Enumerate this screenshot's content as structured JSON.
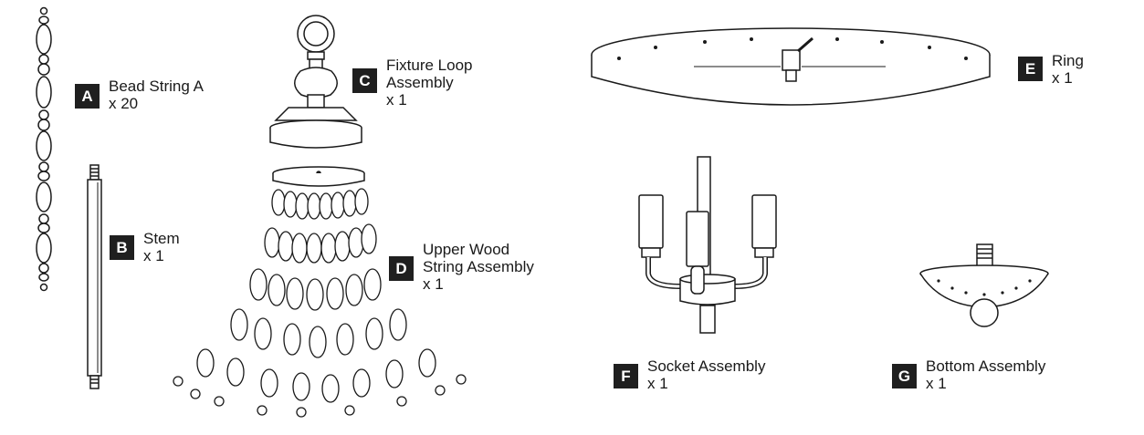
{
  "parts": {
    "a": {
      "letter": "A",
      "name": "Bead String A",
      "qty": "x 20"
    },
    "b": {
      "letter": "B",
      "name": "Stem",
      "qty": "x 1"
    },
    "c": {
      "letter": "C",
      "name_1": "Fixture Loop",
      "name_2": "Assembly",
      "qty": "x 1"
    },
    "d": {
      "letter": "D",
      "name_1": "Upper Wood",
      "name_2": "String Assembly",
      "qty": "x 1"
    },
    "e": {
      "letter": "E",
      "name": "Ring",
      "qty": "x 1"
    },
    "f": {
      "letter": "F",
      "name": "Socket Assembly",
      "qty": "x 1"
    },
    "g": {
      "letter": "G",
      "name": "Bottom Assembly",
      "qty": "x 1"
    }
  },
  "colors": {
    "ink": "#1a1a1a",
    "badge": "#1f1f1f",
    "badge_text": "#ffffff",
    "background": "#ffffff"
  }
}
